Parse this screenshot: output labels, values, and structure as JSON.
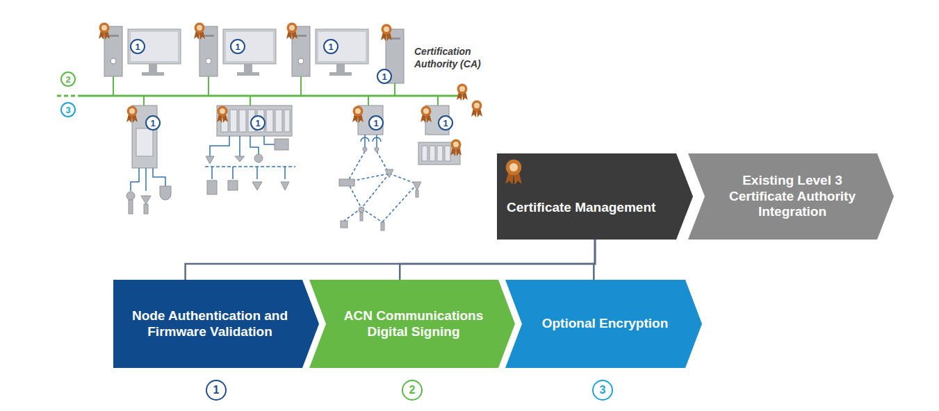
{
  "diagram": {
    "nodes": [
      {
        "text": [
          "Certificate Management"
        ]
      },
      {
        "text": [
          "Existing Level 3 Certificate Authority Integration"
        ]
      },
      {
        "text": [
          "Node Authentication and Firmware Validation"
        ]
      },
      {
        "text": [
          "ACN Communications Digital Signing"
        ]
      },
      {
        "text": [
          "Optional Encryption"
        ]
      }
    ],
    "edges": [
      {
        "from": 0,
        "to": 2,
        "arrow": "none"
      },
      {
        "from": 0,
        "to": 3,
        "arrow": "none"
      },
      {
        "from": 0,
        "to": 4,
        "arrow": "none"
      }
    ],
    "labels": [
      "1",
      "1",
      "1",
      "Certification Authority (CA)",
      "1",
      "2",
      "3",
      "1",
      "1",
      "1",
      "1",
      "1",
      "2",
      "3"
    ]
  }
}
